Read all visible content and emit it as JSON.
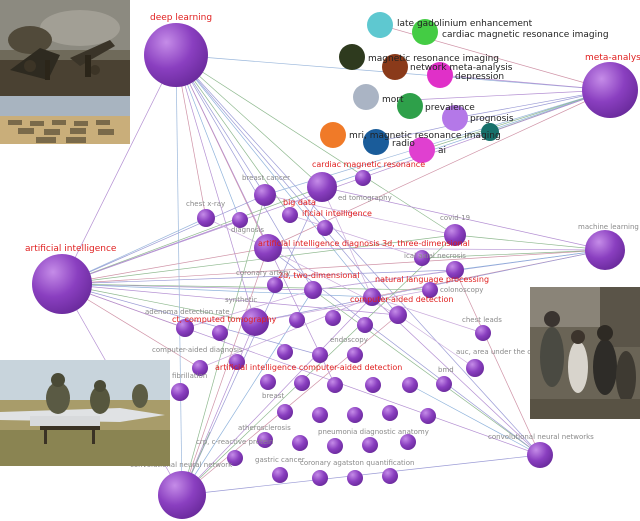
{
  "colors": {
    "node_fill": "#8a3fc0",
    "node_highlight": "#c58ce8",
    "label_major": "#e02020",
    "label_minor": "#8a8a8a",
    "label_dark": "#222222"
  },
  "labels": {
    "deep_learning": "deep learning",
    "meta_analysis": "meta-analysis",
    "artificial_intelligence": "artificial intelligence",
    "machine_learning": "machine learning",
    "convolutional_neural_networks": "convolutional neural networks",
    "convolutional_neural_network": "convolutional neural network",
    "late_gadolinium": "late gadolinium enhancement",
    "cardiac_mri": "cardiac magnetic resonance imaging",
    "magnetic_resonance_imaging": "magnetic resonance imaging",
    "network_meta_analysis": "network meta-analysis",
    "depression": "depression",
    "prevalence": "prevalence",
    "prognosis": "prognosis",
    "mri_full": "mri, magnetic resonance imaging",
    "mortality": "mort",
    "radiomics": "radio",
    "ai": "ai",
    "cardiac_magnetic_resonance": "cardiac magnetic resonance",
    "breast_cancer": "breast cancer",
    "big_data": "big data",
    "tomography": "ed tomography",
    "chest_xray": "chest x-ray",
    "diagnosis": "diagnosis",
    "artificial_intelligence_small": "ificial intelligence",
    "ai_diagnosis": "artificial intelligence diagnosis",
    "covid19": "covid-19",
    "three_dimensional": "3d, three-dimensional",
    "axial_necrosis": "ical axial necrosis",
    "coronary_artery": "coronary artery",
    "two_dimensional": "2d, two-dimensional",
    "nlp": "natural language processing",
    "colonoscopy": "colonoscopy",
    "computer_aided_detection": "computer-aided detection",
    "synthetic": "synthetic",
    "adenoma_detection": "adenoma detection rate",
    "ct": "ct, computed tomography",
    "chest_leads": "chest leads",
    "computer_aided_diagnosis": "computer-aided diagnosis",
    "endoscopy": "endoscopy",
    "auc": "auc, area under the curve",
    "fibrillation": "fibrillation",
    "ai_assisted": "artificial intelligence computer-aided detection",
    "bmd": "bmd",
    "breast": "breast",
    "atherosclerosis": "atherosclerosis",
    "pneumonia": "pneumonia diagnostic anatomy",
    "crp": "crp, c-reactive protein",
    "gastric_cancer": "gastric cancer",
    "coronary": "coronary agatston quantification"
  }
}
